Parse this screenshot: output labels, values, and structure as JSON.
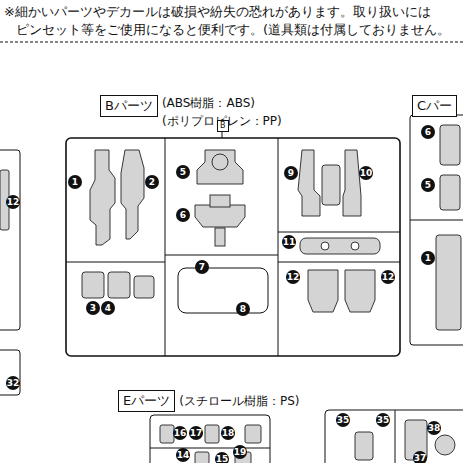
{
  "diagram": {
    "nodes": [
      {
        "text": [
          "Bパーツ"
        ]
      },
      {
        "text": [
          "Cパー"
        ]
      },
      {
        "text": [
          "Eパーツ"
        ]
      }
    ],
    "labels": [
      "※細かいパーツやデカールは破損や紛失の恐れがあります。取り扱いには",
      "ピンセット等をご使用になると便利です。(道具類は付属しておりません。",
      "(ABS樹脂：ABS)",
      "(ポリプロピレン：PP)",
      "B",
      "1",
      "2",
      "3",
      "4",
      "5",
      "6",
      "7",
      "8",
      "9",
      "10",
      "11",
      "12",
      "12",
      "6",
      "5",
      "1",
      "12",
      "32",
      "(スチロール樹脂：PS)",
      "16",
      "17",
      "18",
      "19",
      "14",
      "15",
      "35",
      "35",
      "38",
      "37"
    ]
  }
}
